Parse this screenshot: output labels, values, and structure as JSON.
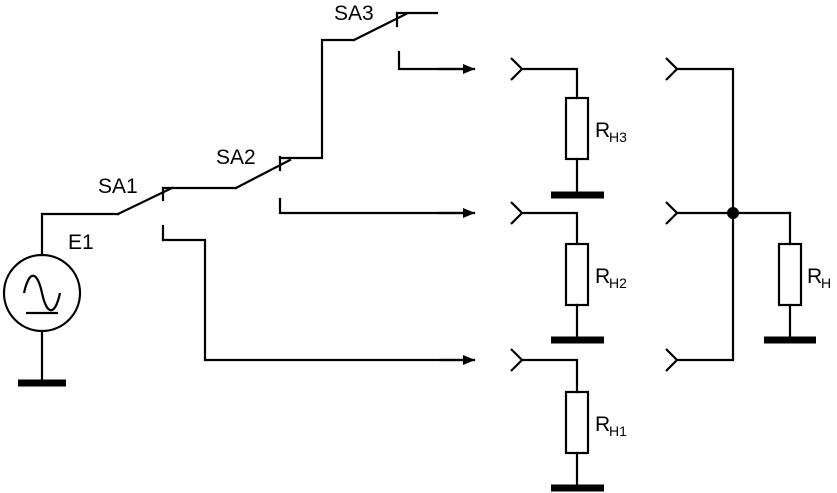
{
  "labels": {
    "sa1": "SA1",
    "sa2": "SA2",
    "sa3": "SA3",
    "e1": "E1",
    "rh1_main": "R",
    "rh1_sub": "H1",
    "rh2_main": "R",
    "rh2_sub": "H2",
    "rh3_main": "R",
    "rh3_sub": "H3",
    "rh_main": "R",
    "rh_sub": "H"
  }
}
